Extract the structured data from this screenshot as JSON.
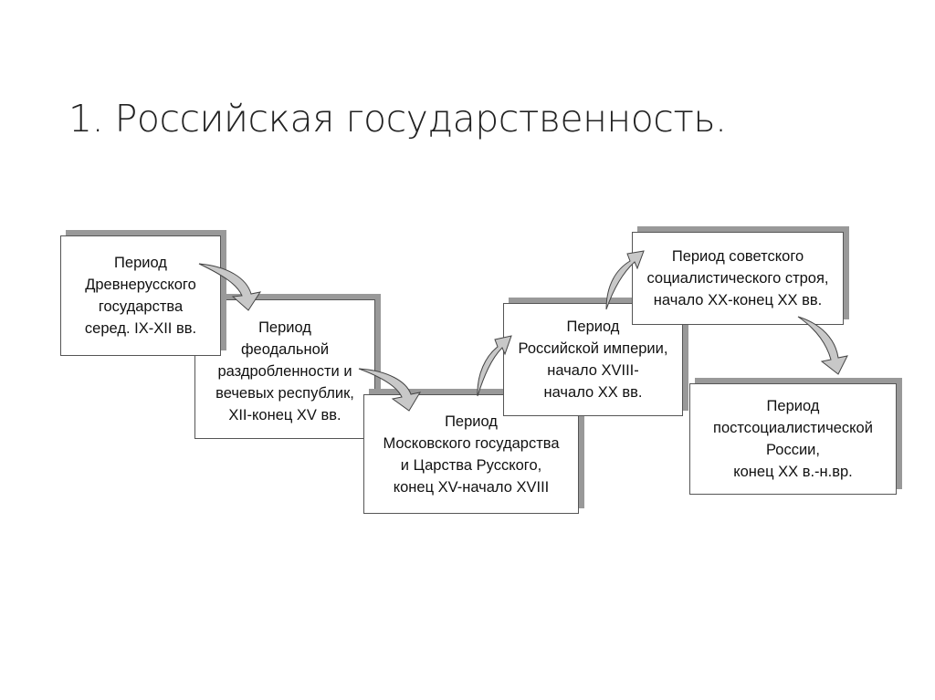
{
  "title": "1. Российская государственность.",
  "periods": [
    {
      "text": "Период\nДревнерусского\nгосударства\nсеред. IX-XII вв."
    },
    {
      "text": "Период\nфеодальной\nраздробленности и\nвечевых республик,\nXII-конец XV вв."
    },
    {
      "text": "Период\nМосковского государства\nи Царства Русского,\nконец XV-начало XVIII"
    },
    {
      "text": "Период\nРоссийской империи,\nначало XVIII-\nначало XX вв."
    },
    {
      "text": "Период советского\nсоциалистического строя,\nначало XX-конец  XX вв."
    },
    {
      "text": "Период\nпостсоциалистической\nРоссии,\nконец XX в.-н.вр."
    }
  ]
}
